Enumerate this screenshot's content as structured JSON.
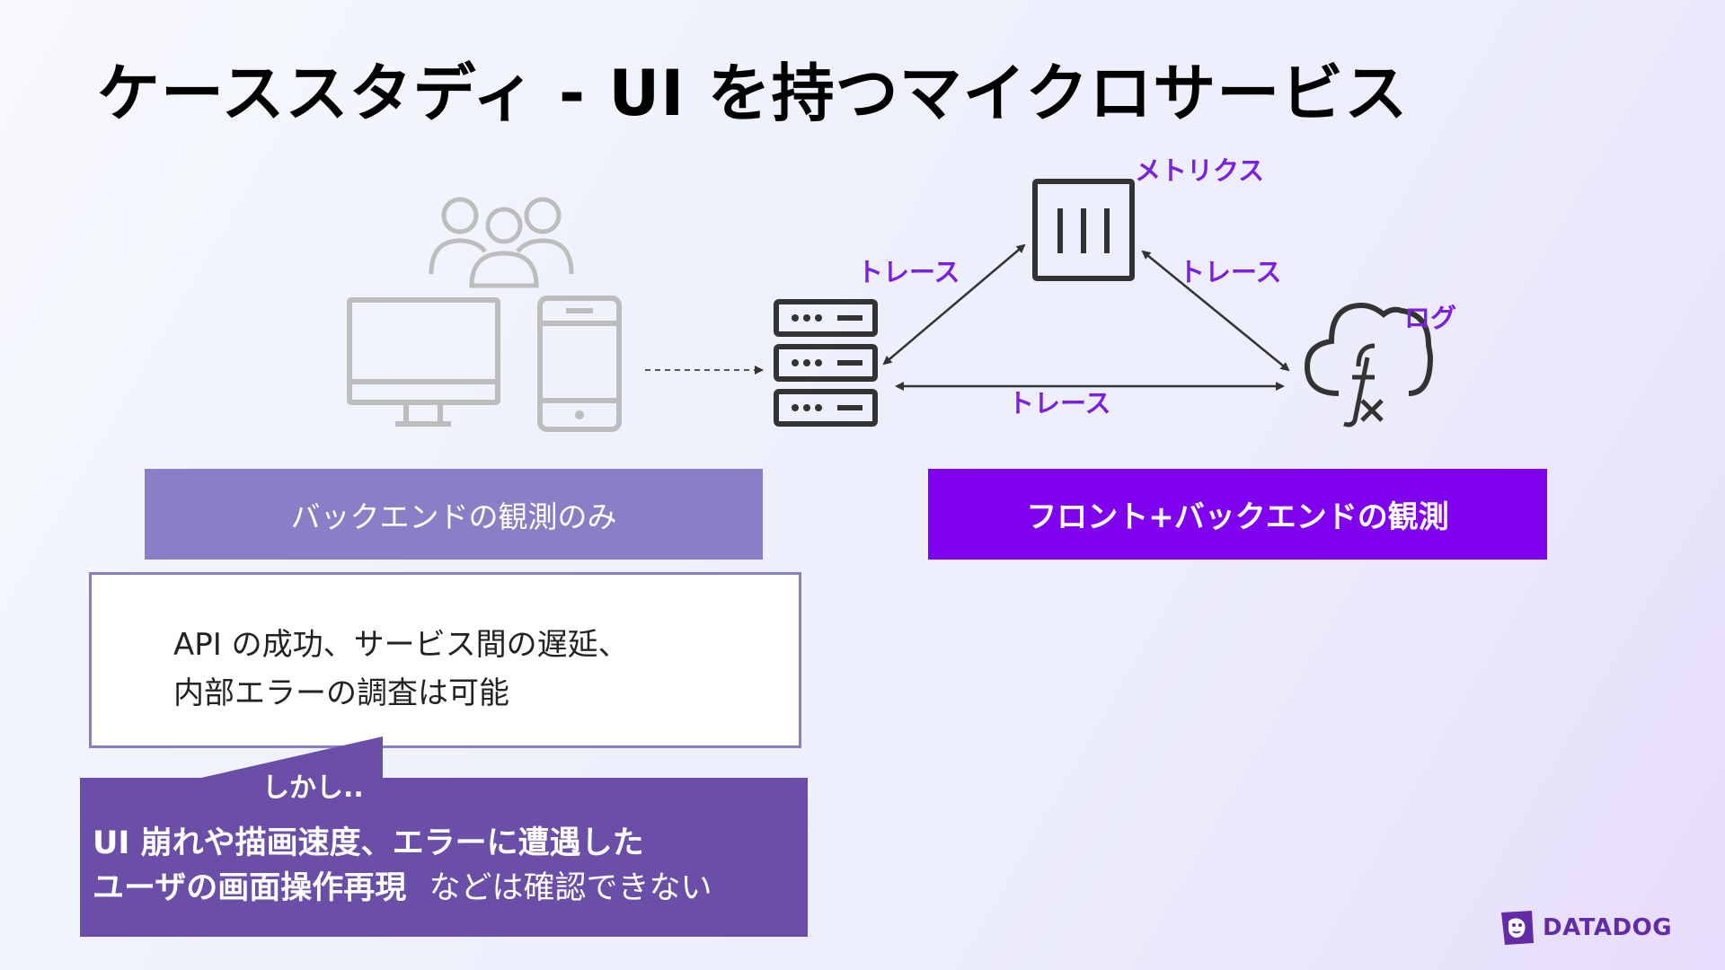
{
  "slide": {
    "title": "ケーススタディ  - UI を持つマイクロサービス"
  },
  "diagram": {
    "labels": {
      "metrics": "メトリクス",
      "trace_left": "トレース",
      "trace_right": "トレース",
      "trace_bottom": "トレース",
      "logs": "ログ"
    },
    "accent_color": "#7b1fe0",
    "icons": [
      "users-icon",
      "desktop-monitor-icon",
      "smartphone-icon",
      "server-stack-icon",
      "metrics-box-icon",
      "serverless-cloud-icon"
    ]
  },
  "left_box": {
    "label": "バックエンドの観測のみ",
    "color": "#8a7fc6"
  },
  "right_box": {
    "label": "フロント+バックエンドの観測",
    "color": "#8000f0"
  },
  "white_box": {
    "line1": "API の成功、サービス間の遅延、",
    "line2": "内部エラーの調査は可能"
  },
  "callout": {
    "tab_label": "しかし..",
    "line1": "UI 崩れや描画速度、エラーに遭遇した",
    "line2_bold": "ユーザの画面操作再現",
    "line2_rest": "などは確認できない",
    "color": "#6a4ea8"
  },
  "logo": {
    "text": "DATADOG",
    "color": "#632ca6"
  }
}
